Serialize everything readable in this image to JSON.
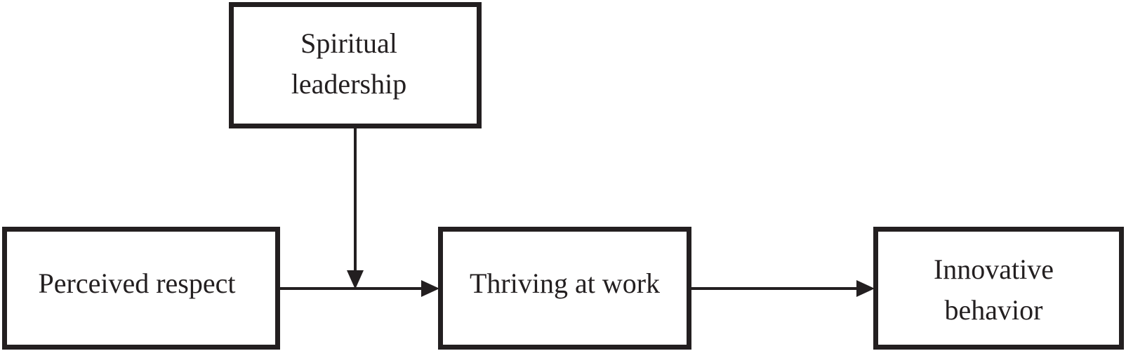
{
  "nodes": {
    "spiritual": {
      "line1": "Spiritual",
      "line2": "leadership"
    },
    "respect": {
      "label": "Perceived respect"
    },
    "thriving": {
      "label": "Thriving at work"
    },
    "innovative": {
      "line1": "Innovative",
      "line2": "behavior"
    }
  },
  "colors": {
    "stroke": "#231f20",
    "background": "#ffffff"
  }
}
